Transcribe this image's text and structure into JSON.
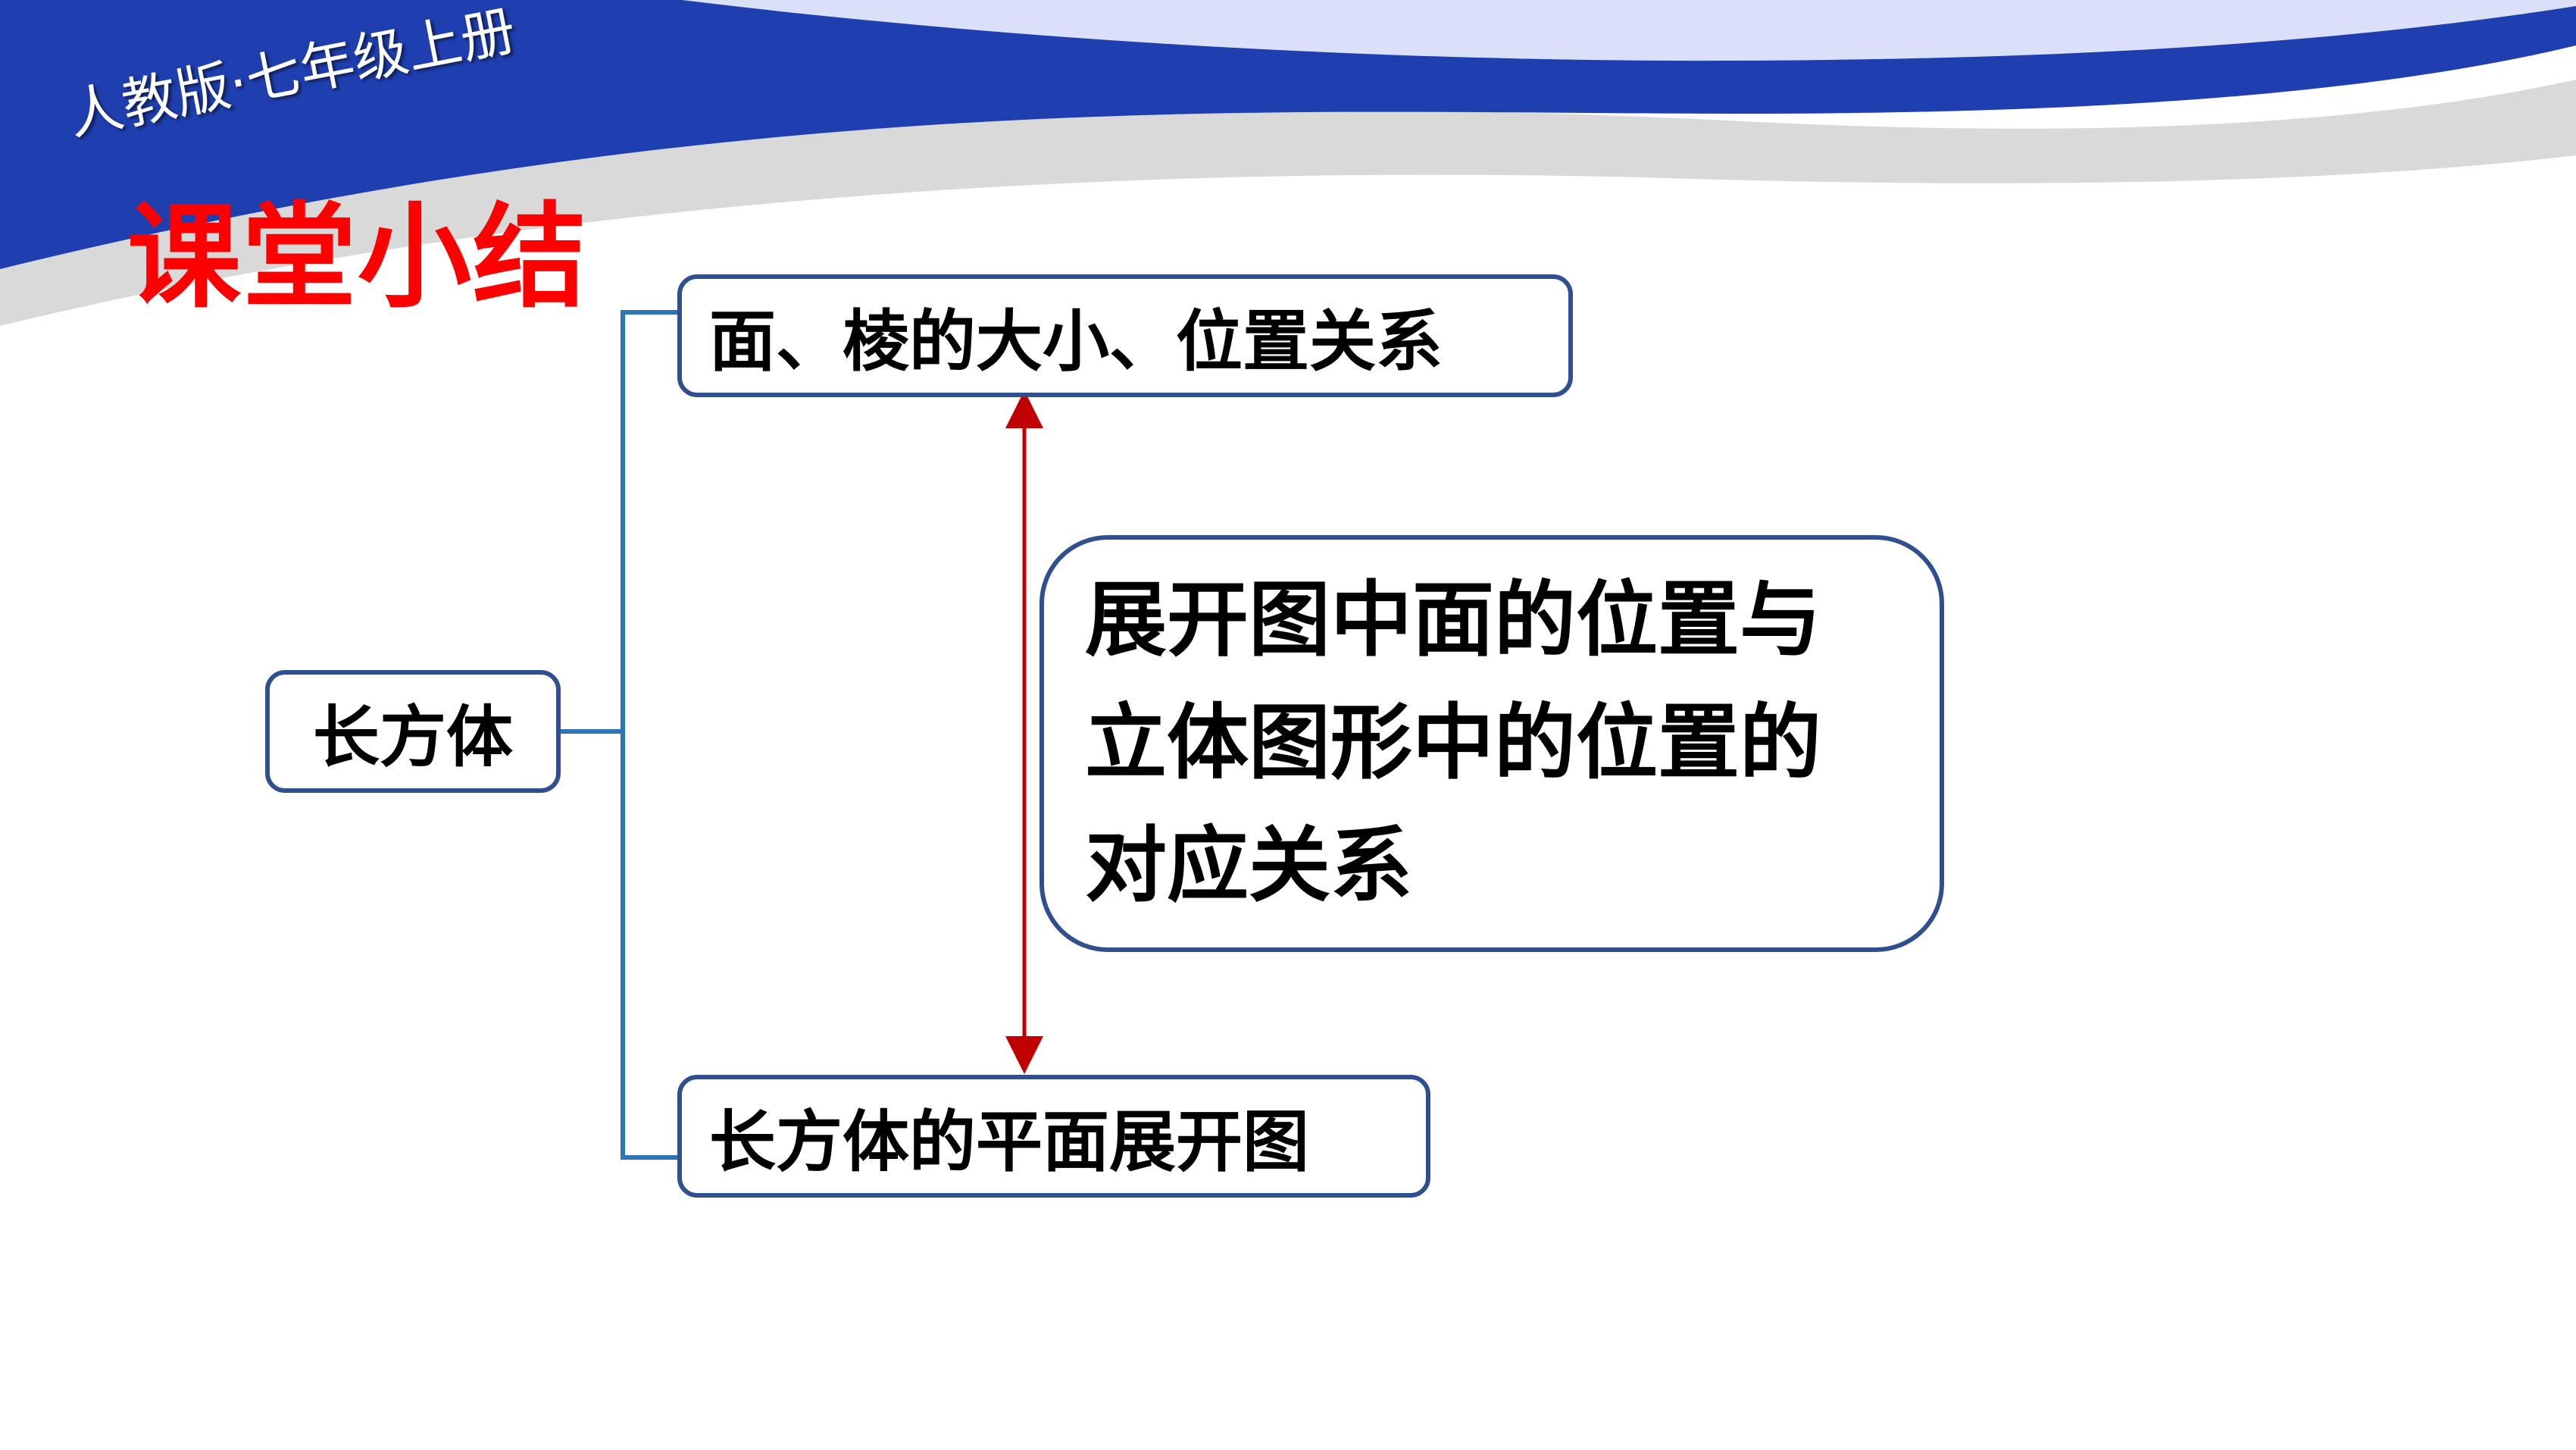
{
  "header": {
    "edition": "人教版·七年级上册",
    "colors": {
      "banner_blue": "#1f3fb0",
      "banner_yellow": "#f7d117",
      "banner_gray": "#d9d9d9"
    }
  },
  "title": {
    "text": "课堂小结",
    "color": "#ff0000"
  },
  "diagram": {
    "root": "长方体",
    "branches": [
      {
        "label": "面、棱的大小、位置关系"
      },
      {
        "label": "长方体的平面展开图"
      }
    ],
    "relation_note": "展开图中面的位置与立体图形中的位置的对应关系",
    "colors": {
      "bracket": "#2e75b6",
      "arrow": "#c00000",
      "box_border": "#2f4f8f"
    }
  }
}
